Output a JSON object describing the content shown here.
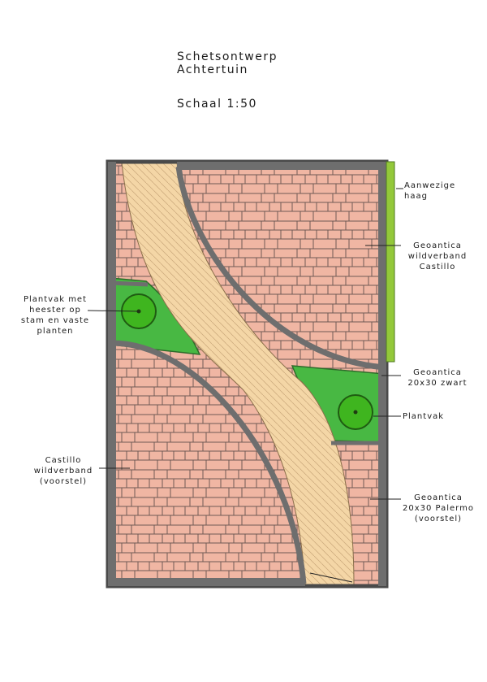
{
  "title": {
    "line1": "Schetsontwerp",
    "line2": "Achtertuin",
    "scale": "Schaal 1:50"
  },
  "labels": {
    "hedge": [
      "Aanwezige",
      "haag"
    ],
    "paving_right": [
      "Geoantica",
      "wildverband",
      "Castillo"
    ],
    "planter_left": [
      "Plantvak met",
      "heester op",
      "stam en vaste",
      "planten"
    ],
    "edging": [
      "Geoantica",
      "20x30 zwart"
    ],
    "planter_right": [
      "Plantvak"
    ],
    "paving_left": [
      "Castillo",
      "wildverband",
      "(voorstel)"
    ],
    "path": [
      "Geoantica",
      "20x30 Palermo",
      "(voorstel)"
    ]
  },
  "colors": {
    "paving": "#f0b6a3",
    "path": "#f4d6a6",
    "edging": "#6e6e6e",
    "planter": "#48b843",
    "shrub": "#3fb51f",
    "hedge": "#93c83a"
  }
}
